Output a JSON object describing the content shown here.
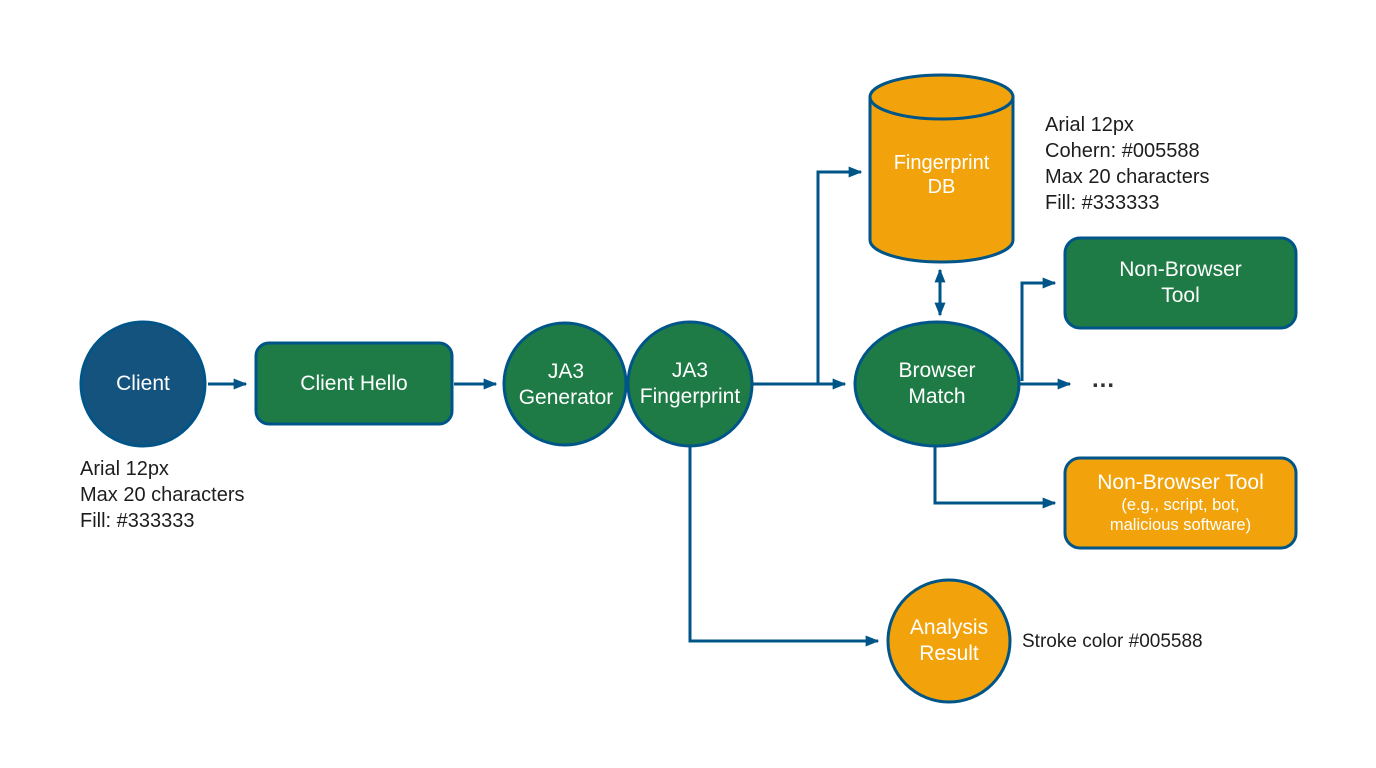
{
  "palette": {
    "stroke": "#005588",
    "green": "#1e7b45",
    "orange": "#f2a30b",
    "client_blue": "#15537f"
  },
  "nodes": {
    "client": {
      "label": "Client"
    },
    "client_hello": {
      "label": "Client Hello"
    },
    "ja3_generator": {
      "line1": "JA3",
      "line2": "Generator"
    },
    "ja3_fingerprint": {
      "line1": "JA3",
      "line2": "Fingerprint"
    },
    "fingerprint_db": {
      "line1": "Fingerprint",
      "line2": "DB"
    },
    "browser_match": {
      "line1": "Browser",
      "line2": "Match"
    },
    "non_browser_tool": {
      "line1": "Non-Browser",
      "line2": "Tool"
    },
    "non_browser_tool_orange": {
      "line1": "Non-Browser Tool",
      "line2": "(e.g., script, bot,",
      "line3": "malicious software)"
    },
    "analysis_result": {
      "line1": "Analysis",
      "line2": "Result"
    }
  },
  "annotations": {
    "client_note": {
      "line1": "Arial 12px",
      "line2": "Max 20 characters",
      "line3": "Fill: #333333"
    },
    "db_note": {
      "line1": "Arial 12px",
      "line2": "Cohern: #005588",
      "line3": "Max 20 characters",
      "line4": "Fill: #333333"
    },
    "stroke_note": "Stroke color #005588",
    "ellipsis": "..."
  }
}
